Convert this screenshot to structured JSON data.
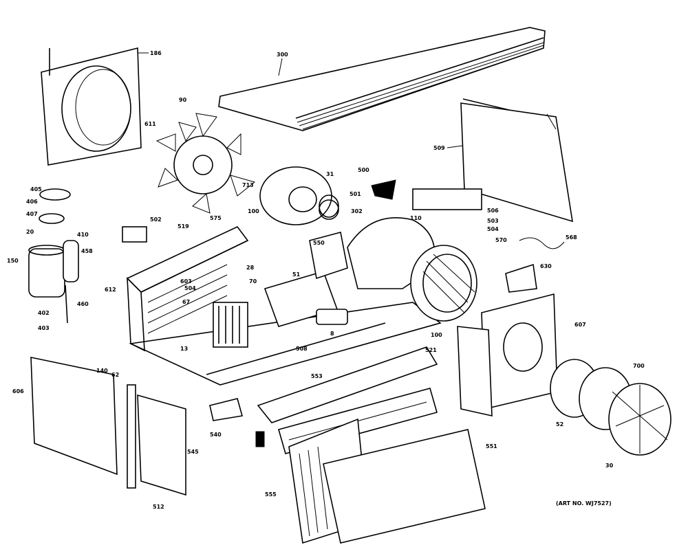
{
  "diagram": {
    "art_note": "(ART NO. WJ7527)",
    "part_numbers": [
      "186",
      "300",
      "90",
      "611",
      "713",
      "31",
      "302",
      "500",
      "501",
      "502",
      "509",
      "506",
      "503",
      "504",
      "570",
      "568",
      "630",
      "607",
      "405",
      "406",
      "407",
      "410",
      "20",
      "458",
      "460",
      "402",
      "403",
      "150",
      "612",
      "519",
      "575",
      "100",
      "603",
      "67",
      "28",
      "504b",
      "70",
      "13",
      "51",
      "8",
      "508",
      "553",
      "521",
      "550",
      "100b",
      "606",
      "140",
      "62",
      "545",
      "512",
      "540",
      "551",
      "555",
      "30",
      "52",
      "700",
      "110"
    ]
  }
}
